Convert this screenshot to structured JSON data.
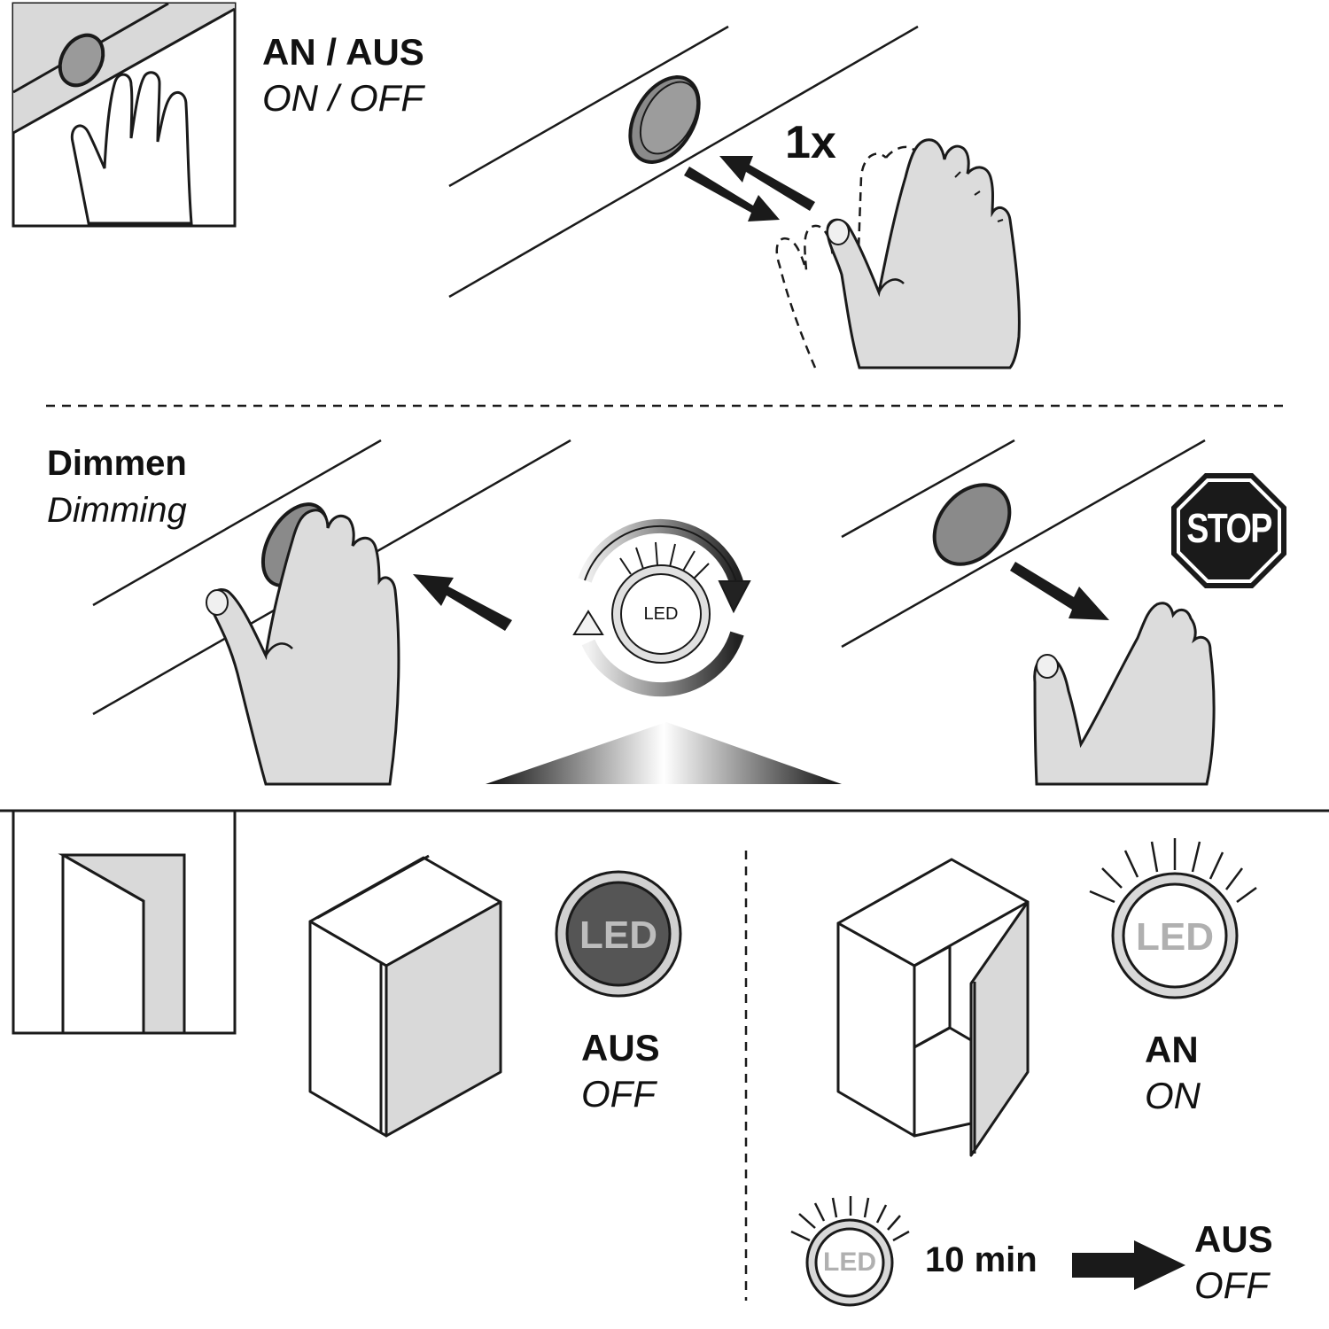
{
  "section_on_off": {
    "title_de": "AN / AUS",
    "title_en": "ON / OFF",
    "count": "1x"
  },
  "section_dimming": {
    "title_de": "Dimmen",
    "title_en": "Dimming",
    "led_label": "LED",
    "stop_sign": "STOP"
  },
  "section_door": {
    "closed_led": "LED",
    "closed_de": "AUS",
    "closed_en": "OFF",
    "open_led": "LED",
    "open_de": "AN",
    "open_en": "ON",
    "timer_led": "LED",
    "timer": "10 min",
    "timer_result_de": "AUS",
    "timer_result_en": "OFF"
  },
  "colors": {
    "line": "#1a1a1a",
    "skin": "#dcdcdc",
    "panel": "#d9d9d9",
    "sensor": "#9a9a9a",
    "led_off": "#555555",
    "led_on_text": "#b0b0b0"
  }
}
